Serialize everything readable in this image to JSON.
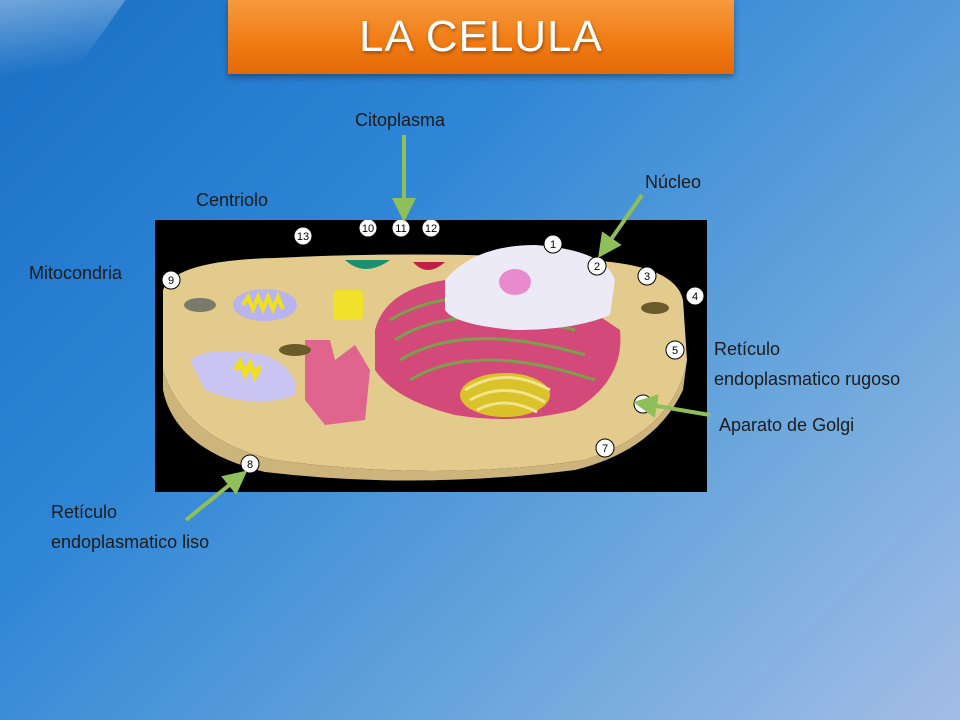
{
  "slide": {
    "title": "LA CELULA"
  },
  "labels": {
    "citoplasma": "Citoplasma",
    "nucleo": "Núcleo",
    "centriolo": "Centriolo",
    "mitocondria": "Mitocondria",
    "reticulo_rugoso_line1": "Retículo",
    "reticulo_rugoso_line2": "endoplasmatico rugoso",
    "aparato_golgi": "Aparato de Golgi",
    "reticulo_liso_line1": "Retículo",
    "reticulo_liso_line2": "endoplasmatico liso"
  },
  "diagram_numbers": [
    "1",
    "2",
    "3",
    "4",
    "5",
    "6",
    "7",
    "8",
    "9",
    "10",
    "11",
    "12",
    "13"
  ],
  "colors": {
    "title_bg": "#f07a12",
    "arrow": "#8fbf5a",
    "cytoplasm": "#e8d39a",
    "nucleus": "#e6e6f5",
    "rough_er": "#d8467a"
  }
}
